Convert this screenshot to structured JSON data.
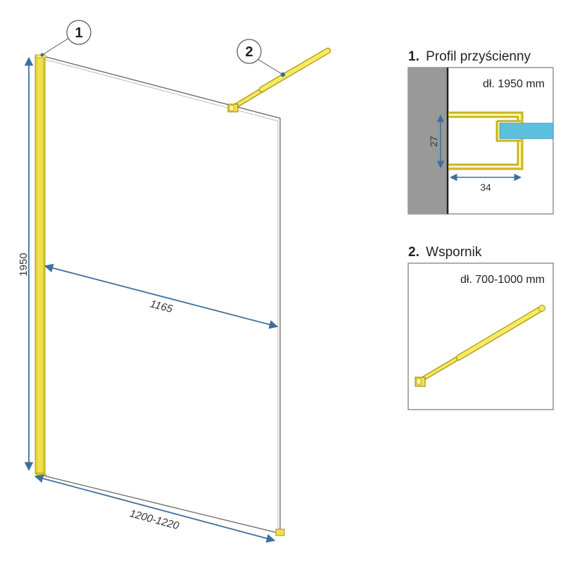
{
  "dimensions": {
    "height": "1950",
    "glass_width": "1165",
    "total_width": "1200-1220"
  },
  "callouts": {
    "one": "1",
    "two": "2"
  },
  "panel_profile": {
    "number": "1.",
    "title": "Profil przyścienny",
    "length_label": "dł. 1950 mm",
    "dim_height": "27",
    "dim_width": "34"
  },
  "panel_bracket": {
    "number": "2.",
    "title": "Wspornik",
    "length_label": "dł. 700-1000 mm"
  },
  "colors": {
    "gold": "#f2e24a",
    "gold_dark": "#c8b51e",
    "dimension_blue": "#3d6f9e",
    "glass_blue": "#5bc0de",
    "wall_gray": "#999999"
  }
}
